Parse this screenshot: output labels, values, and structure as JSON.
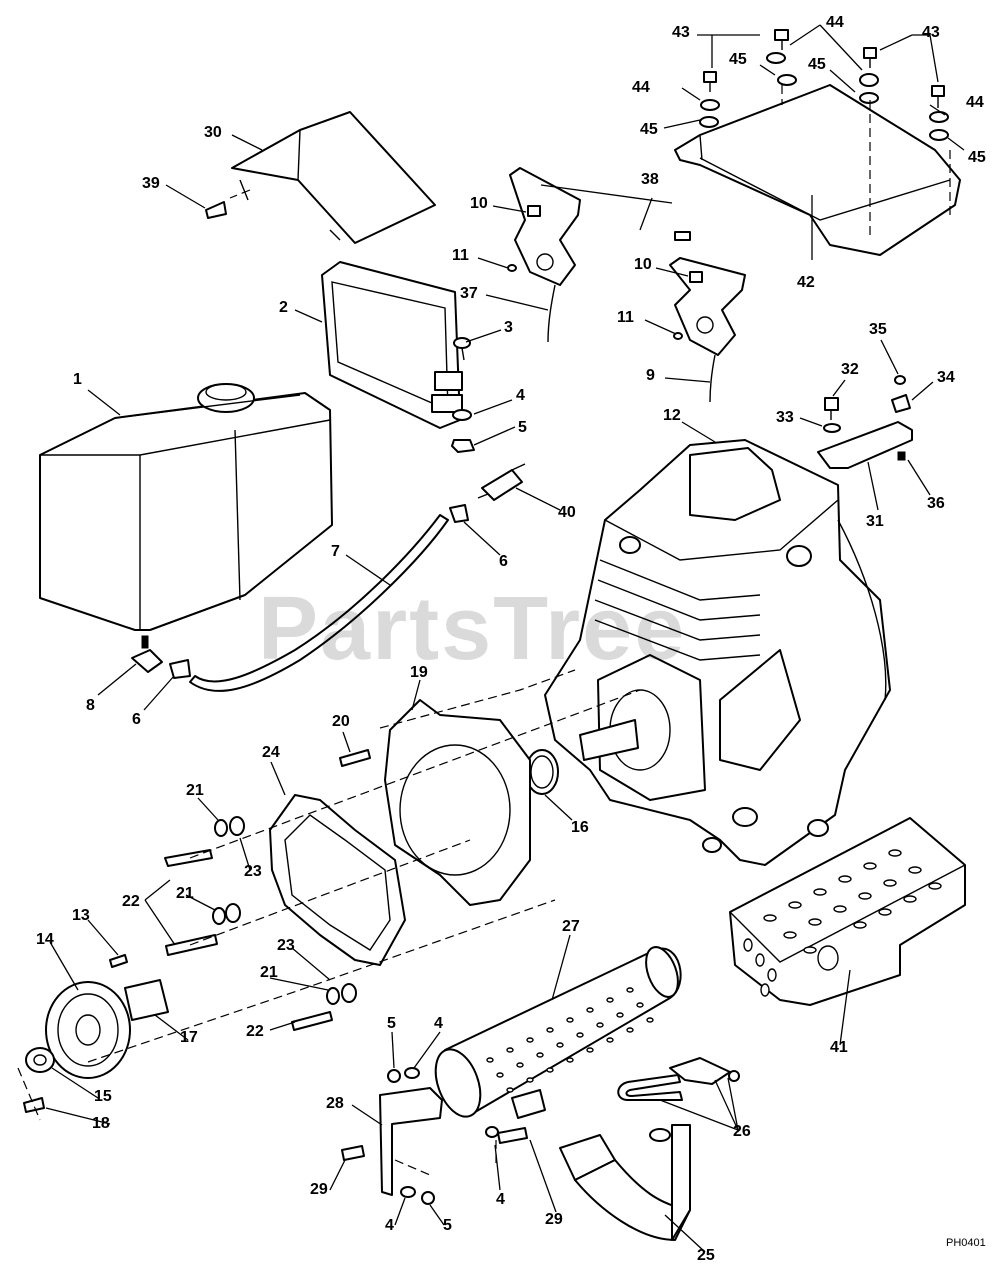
{
  "diagram": {
    "watermark": "PartsTree",
    "code": "PH0401",
    "callouts": [
      "43",
      "44",
      "43",
      "45",
      "44",
      "45",
      "44",
      "45",
      "45",
      "30",
      "39",
      "38",
      "10",
      "11",
      "37",
      "10",
      "42",
      "2",
      "3",
      "11",
      "35",
      "32",
      "34",
      "9",
      "4",
      "33",
      "1",
      "5",
      "12",
      "40",
      "36",
      "31",
      "7",
      "6",
      "8",
      "6",
      "19",
      "20",
      "24",
      "21",
      "16",
      "23",
      "22",
      "21",
      "13",
      "27",
      "14",
      "23",
      "21",
      "22",
      "17",
      "41",
      "5",
      "4",
      "15",
      "28",
      "26",
      "18",
      "29",
      "4",
      "29",
      "5",
      "4",
      "25"
    ]
  }
}
